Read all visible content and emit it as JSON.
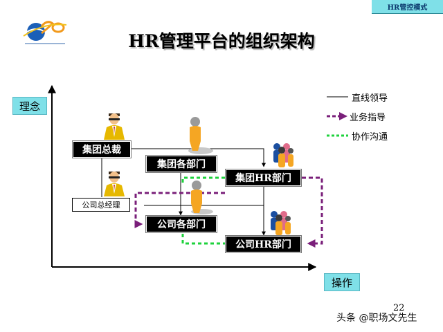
{
  "header": {
    "tag": "HR管控模式"
  },
  "title": "HR管理平台的组织架构",
  "axes": {
    "y_label": "理念",
    "x_label": "操作"
  },
  "legend": {
    "direct": "直线领导",
    "business": "业务指导",
    "cooperation": "协作沟通"
  },
  "nodes": {
    "group_president": "集团总裁",
    "group_departments": "集团各部门",
    "group_hr": "集团HR部门",
    "company_gm": "公司总经理",
    "company_departments": "公司各部门",
    "company_hr": "公司HR部门"
  },
  "colors": {
    "axis_label_bg": "#7fe0e8",
    "business_line": "#7a1f7a",
    "cooperation_line": "#1ed23c",
    "node_bg": "#000000"
  },
  "icons": [
    "logo-20th-anniversary",
    "businessman-icon",
    "person-icon",
    "group-people-icon"
  ],
  "page_number": "22",
  "watermark": "头条 @职场文先生"
}
